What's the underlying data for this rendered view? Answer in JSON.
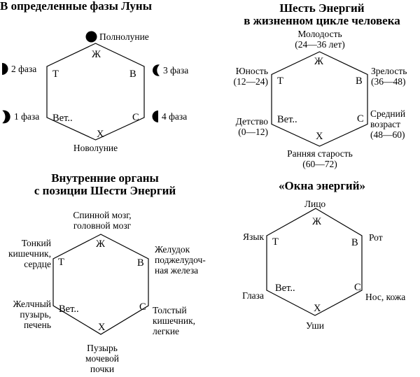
{
  "colors": {
    "background": "#ffffff",
    "ink": "#000000"
  },
  "vertices": {
    "top": "Ж",
    "left_top": "Т",
    "right_top": "В",
    "left_bottom": "Вет..",
    "right_bottom": "С",
    "bottom": "Х"
  },
  "moon": {
    "title": "В определенные фазы Луны",
    "labels": {
      "full": "Полнолуние",
      "new": "Новолуние",
      "phase1": "1 фаза",
      "phase2": "2 фаза",
      "phase3": "3 фаза",
      "phase4": "4 фаза"
    },
    "icons": {
      "full": "full-moon",
      "phase1": "waxing-crescent",
      "phase2": "first-quarter-moon",
      "phase3": "waning-crescent",
      "phase4": "last-quarter-moon"
    }
  },
  "life_cycle": {
    "title": [
      "Шесть Энергий",
      "в жизненном цикле человека"
    ],
    "labels": {
      "top": [
        "Молодость",
        "(24—36 лет)"
      ],
      "left_top": [
        "Юность",
        "(12—24)"
      ],
      "right_top": [
        "Зрелость",
        "(36—48)"
      ],
      "left_bottom": [
        "Детство",
        "(0—12)"
      ],
      "right_bottom": [
        "Средний",
        "возраст",
        "(48—60)"
      ],
      "bottom": [
        "Ранняя старость",
        "(60—72)"
      ]
    }
  },
  "organs": {
    "title": [
      "Внутренние органы",
      "с позиции Шести Энергий"
    ],
    "labels": {
      "top": [
        "Спинной мозг,",
        "головной мозг"
      ],
      "left_top": [
        "Тонкий",
        "кишечник,",
        "сердце"
      ],
      "right_top": [
        "Желудок",
        "поджелудоч-",
        "ная железа"
      ],
      "left_bottom": [
        "Желчный",
        "пузырь,",
        "печень"
      ],
      "right_bottom": [
        "Толстый",
        "кишечник,",
        "легкие"
      ],
      "bottom": [
        "Пузырь",
        "мочевой",
        "почки"
      ]
    }
  },
  "windows": {
    "title": "«Окна энергий»",
    "labels": {
      "top": "Лицо",
      "left_top": "Язык",
      "right_top": "Рот",
      "left_bottom": "Глаза",
      "right_bottom": "Нос, кожа",
      "bottom": "Уши"
    }
  }
}
